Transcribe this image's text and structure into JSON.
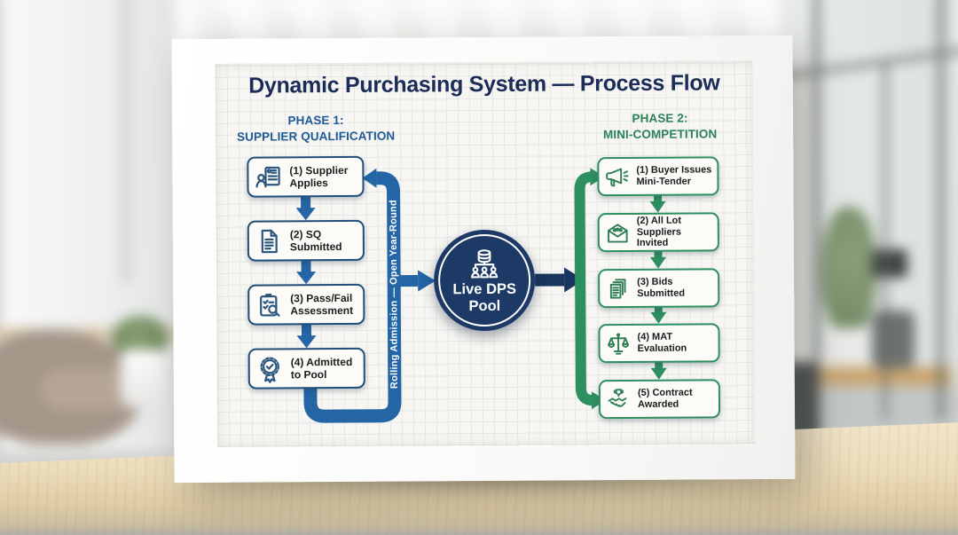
{
  "board": {
    "title": "Dynamic Purchasing System — Process Flow",
    "loop_label": "Rolling Admission — Open Year-Round",
    "hub": {
      "label": "Live DPS Pool",
      "icon": "database-network-icon"
    },
    "phase1": {
      "heading_line1": "PHASE 1:",
      "heading_line2": "SUPPLIER QUALIFICATION",
      "steps": [
        {
          "label": "(1) Supplier Applies",
          "icon": "supplier-applies-icon"
        },
        {
          "label": "(2) SQ Submitted",
          "icon": "document-icon"
        },
        {
          "label": "(3) Pass/Fail Assessment",
          "icon": "checklist-magnifier-icon"
        },
        {
          "label": "(4) Admitted to Pool",
          "icon": "badge-check-icon"
        }
      ]
    },
    "phase2": {
      "heading_line1": "PHASE 2:",
      "heading_line2": "MINI-COMPETITION",
      "steps": [
        {
          "label": "(1) Buyer Issues Mini-Tender",
          "icon": "megaphone-icon"
        },
        {
          "label": "(2) All Lot Suppliers Invited",
          "icon": "envelope-people-icon"
        },
        {
          "label": "(3) Bids Submitted",
          "icon": "stacked-documents-icon"
        },
        {
          "label": "(4) MAT Evaluation",
          "icon": "scales-icon"
        },
        {
          "label": "(5) Contract Awarded",
          "icon": "handshake-trophy-icon"
        }
      ]
    },
    "colors": {
      "title": "#1b2c58",
      "phase1_heading": "#1d5a96",
      "phase2_heading": "#2c8258",
      "blue_flow": "#2465a5",
      "navy": "#1d3a66",
      "green_flow": "#2e8f60",
      "box_background": "#fcfbf7"
    }
  }
}
